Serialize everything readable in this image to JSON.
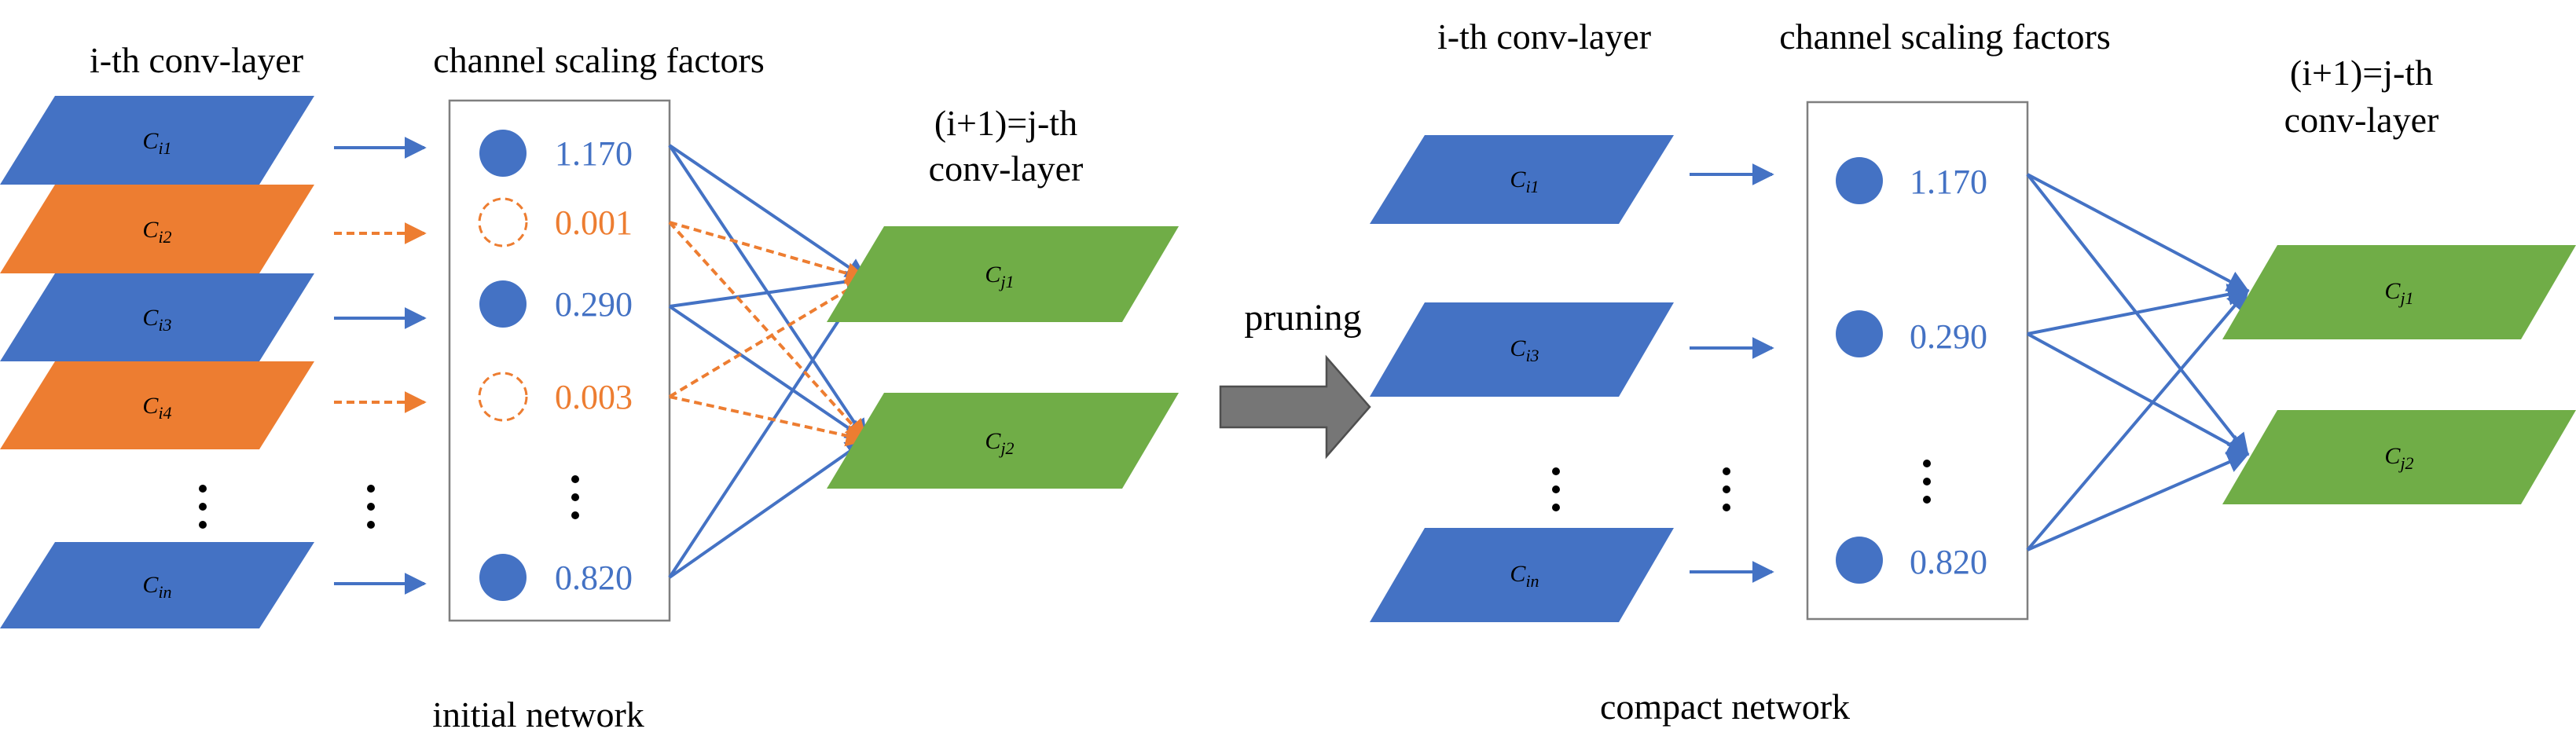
{
  "colors": {
    "blue": "#4472C4",
    "orange": "#ED7D31",
    "green": "#70AD47",
    "gray_arrow": "#767676",
    "box_border": "#7F7F7F",
    "text": "#000000"
  },
  "initial": {
    "ith_title": "i-th conv-layer",
    "scaling_title": "channel scaling factors",
    "jth_title_line1": "(i+1)=j-th",
    "jth_title_line2": "conv-layer",
    "caption": "initial network",
    "channels": [
      {
        "main": "C",
        "sub": "i1",
        "kept": true,
        "factor": "1.170"
      },
      {
        "main": "C",
        "sub": "i2",
        "kept": false,
        "factor": "0.001"
      },
      {
        "main": "C",
        "sub": "i3",
        "kept": true,
        "factor": "0.290"
      },
      {
        "main": "C",
        "sub": "i4",
        "kept": false,
        "factor": "0.003"
      },
      {
        "main": "C",
        "sub": "in",
        "kept": true,
        "factor": "0.820"
      }
    ],
    "next_channels": [
      {
        "main": "C",
        "sub": "j1"
      },
      {
        "main": "C",
        "sub": "j2"
      }
    ]
  },
  "pruning_label": "pruning",
  "compact": {
    "ith_title": "i-th conv-layer",
    "scaling_title": "channel scaling factors",
    "jth_title_line1": "(i+1)=j-th",
    "jth_title_line2": "conv-layer",
    "caption": "compact network",
    "channels": [
      {
        "main": "C",
        "sub": "i1",
        "factor": "1.170"
      },
      {
        "main": "C",
        "sub": "i3",
        "factor": "0.290"
      },
      {
        "main": "C",
        "sub": "in",
        "factor": "0.820"
      }
    ],
    "next_channels": [
      {
        "main": "C",
        "sub": "j1"
      },
      {
        "main": "C",
        "sub": "j2"
      }
    ]
  }
}
